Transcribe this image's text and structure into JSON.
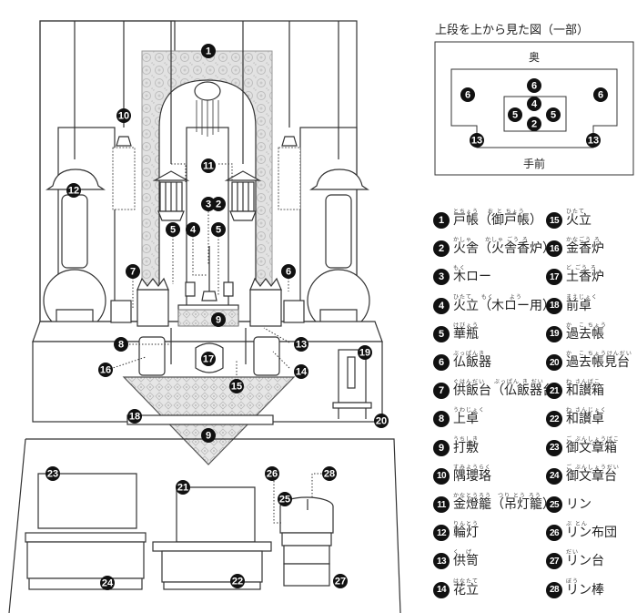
{
  "topview": {
    "title": "上段を上から見た図（一部）",
    "back_label": "奥",
    "front_label": "手前",
    "markers": [
      "6",
      "6",
      "6",
      "4",
      "5",
      "5",
      "2",
      "13",
      "13"
    ]
  },
  "callouts": [
    "1",
    "2",
    "3",
    "4",
    "5",
    "6",
    "6",
    "7",
    "8",
    "9",
    "9",
    "10",
    "11",
    "12",
    "13",
    "14",
    "15",
    "16",
    "17",
    "18",
    "19",
    "20",
    "21",
    "22",
    "23",
    "24",
    "25",
    "26",
    "27",
    "28"
  ],
  "legend": {
    "items": [
      {
        "num": "1",
        "label": "戸帳（御戸帳）",
        "ruby": "とちょう　 お と ちょう"
      },
      {
        "num": "2",
        "label": "火舎（火舎香炉）",
        "ruby": "かしゃ　　かしゃ ごう ろ"
      },
      {
        "num": "3",
        "label": "木ロー",
        "ruby": "もく"
      },
      {
        "num": "4",
        "label": "火立（木ロー用）",
        "ruby": "ひたて　 もく　　 よう"
      },
      {
        "num": "5",
        "label": "華瓶",
        "ruby": "けびょう"
      },
      {
        "num": "6",
        "label": "仏飯器",
        "ruby": "ぶっぱんき"
      },
      {
        "num": "7",
        "label": "供飯台（仏飯器台）",
        "ruby": "ぐはんだい　 ぶっぱん き だい"
      },
      {
        "num": "8",
        "label": "上卓",
        "ruby": "うわじょく"
      },
      {
        "num": "9",
        "label": "打敷",
        "ruby": "うちしき"
      },
      {
        "num": "10",
        "label": "隅瓔珞",
        "ruby": "すみようらく"
      },
      {
        "num": "11",
        "label": "金燈籠（吊灯籠）",
        "ruby": "かなとうろう　つり とう ろう"
      },
      {
        "num": "12",
        "label": "輪灯",
        "ruby": "りんとう"
      },
      {
        "num": "13",
        "label": "供笥",
        "ruby": "く　げ"
      },
      {
        "num": "14",
        "label": "花立",
        "ruby": "はなたて"
      },
      {
        "num": "15",
        "label": "火立",
        "ruby": "ひたて"
      },
      {
        "num": "16",
        "label": "金香炉",
        "ruby": "かなごう ろ"
      },
      {
        "num": "17",
        "label": "土香炉",
        "ruby": "ど ごう ろ"
      },
      {
        "num": "18",
        "label": "前卓",
        "ruby": "まえじょく"
      },
      {
        "num": "19",
        "label": "過去帳",
        "ruby": "か　こ ちょう"
      },
      {
        "num": "20",
        "label": "過去帳見台",
        "ruby": "か　こ ちょうけんだい"
      },
      {
        "num": "21",
        "label": "和讃箱",
        "ruby": "わ さんばこ"
      },
      {
        "num": "22",
        "label": "和讃卓",
        "ruby": "わ さんじょく"
      },
      {
        "num": "23",
        "label": "御文章箱",
        "ruby": "ご ぶんしょうばこ"
      },
      {
        "num": "24",
        "label": "御文章台",
        "ruby": "ご ぶんしょうだい"
      },
      {
        "num": "25",
        "label": "リン",
        "ruby": ""
      },
      {
        "num": "26",
        "label": "リン布団",
        "ruby": "ぶ とん"
      },
      {
        "num": "27",
        "label": "リン台",
        "ruby": "だい"
      },
      {
        "num": "28",
        "label": "リン棒",
        "ruby": "ぼう"
      }
    ]
  },
  "colors": {
    "badge": "#111111",
    "line": "#333333",
    "pattern": "#d4d4d4"
  }
}
